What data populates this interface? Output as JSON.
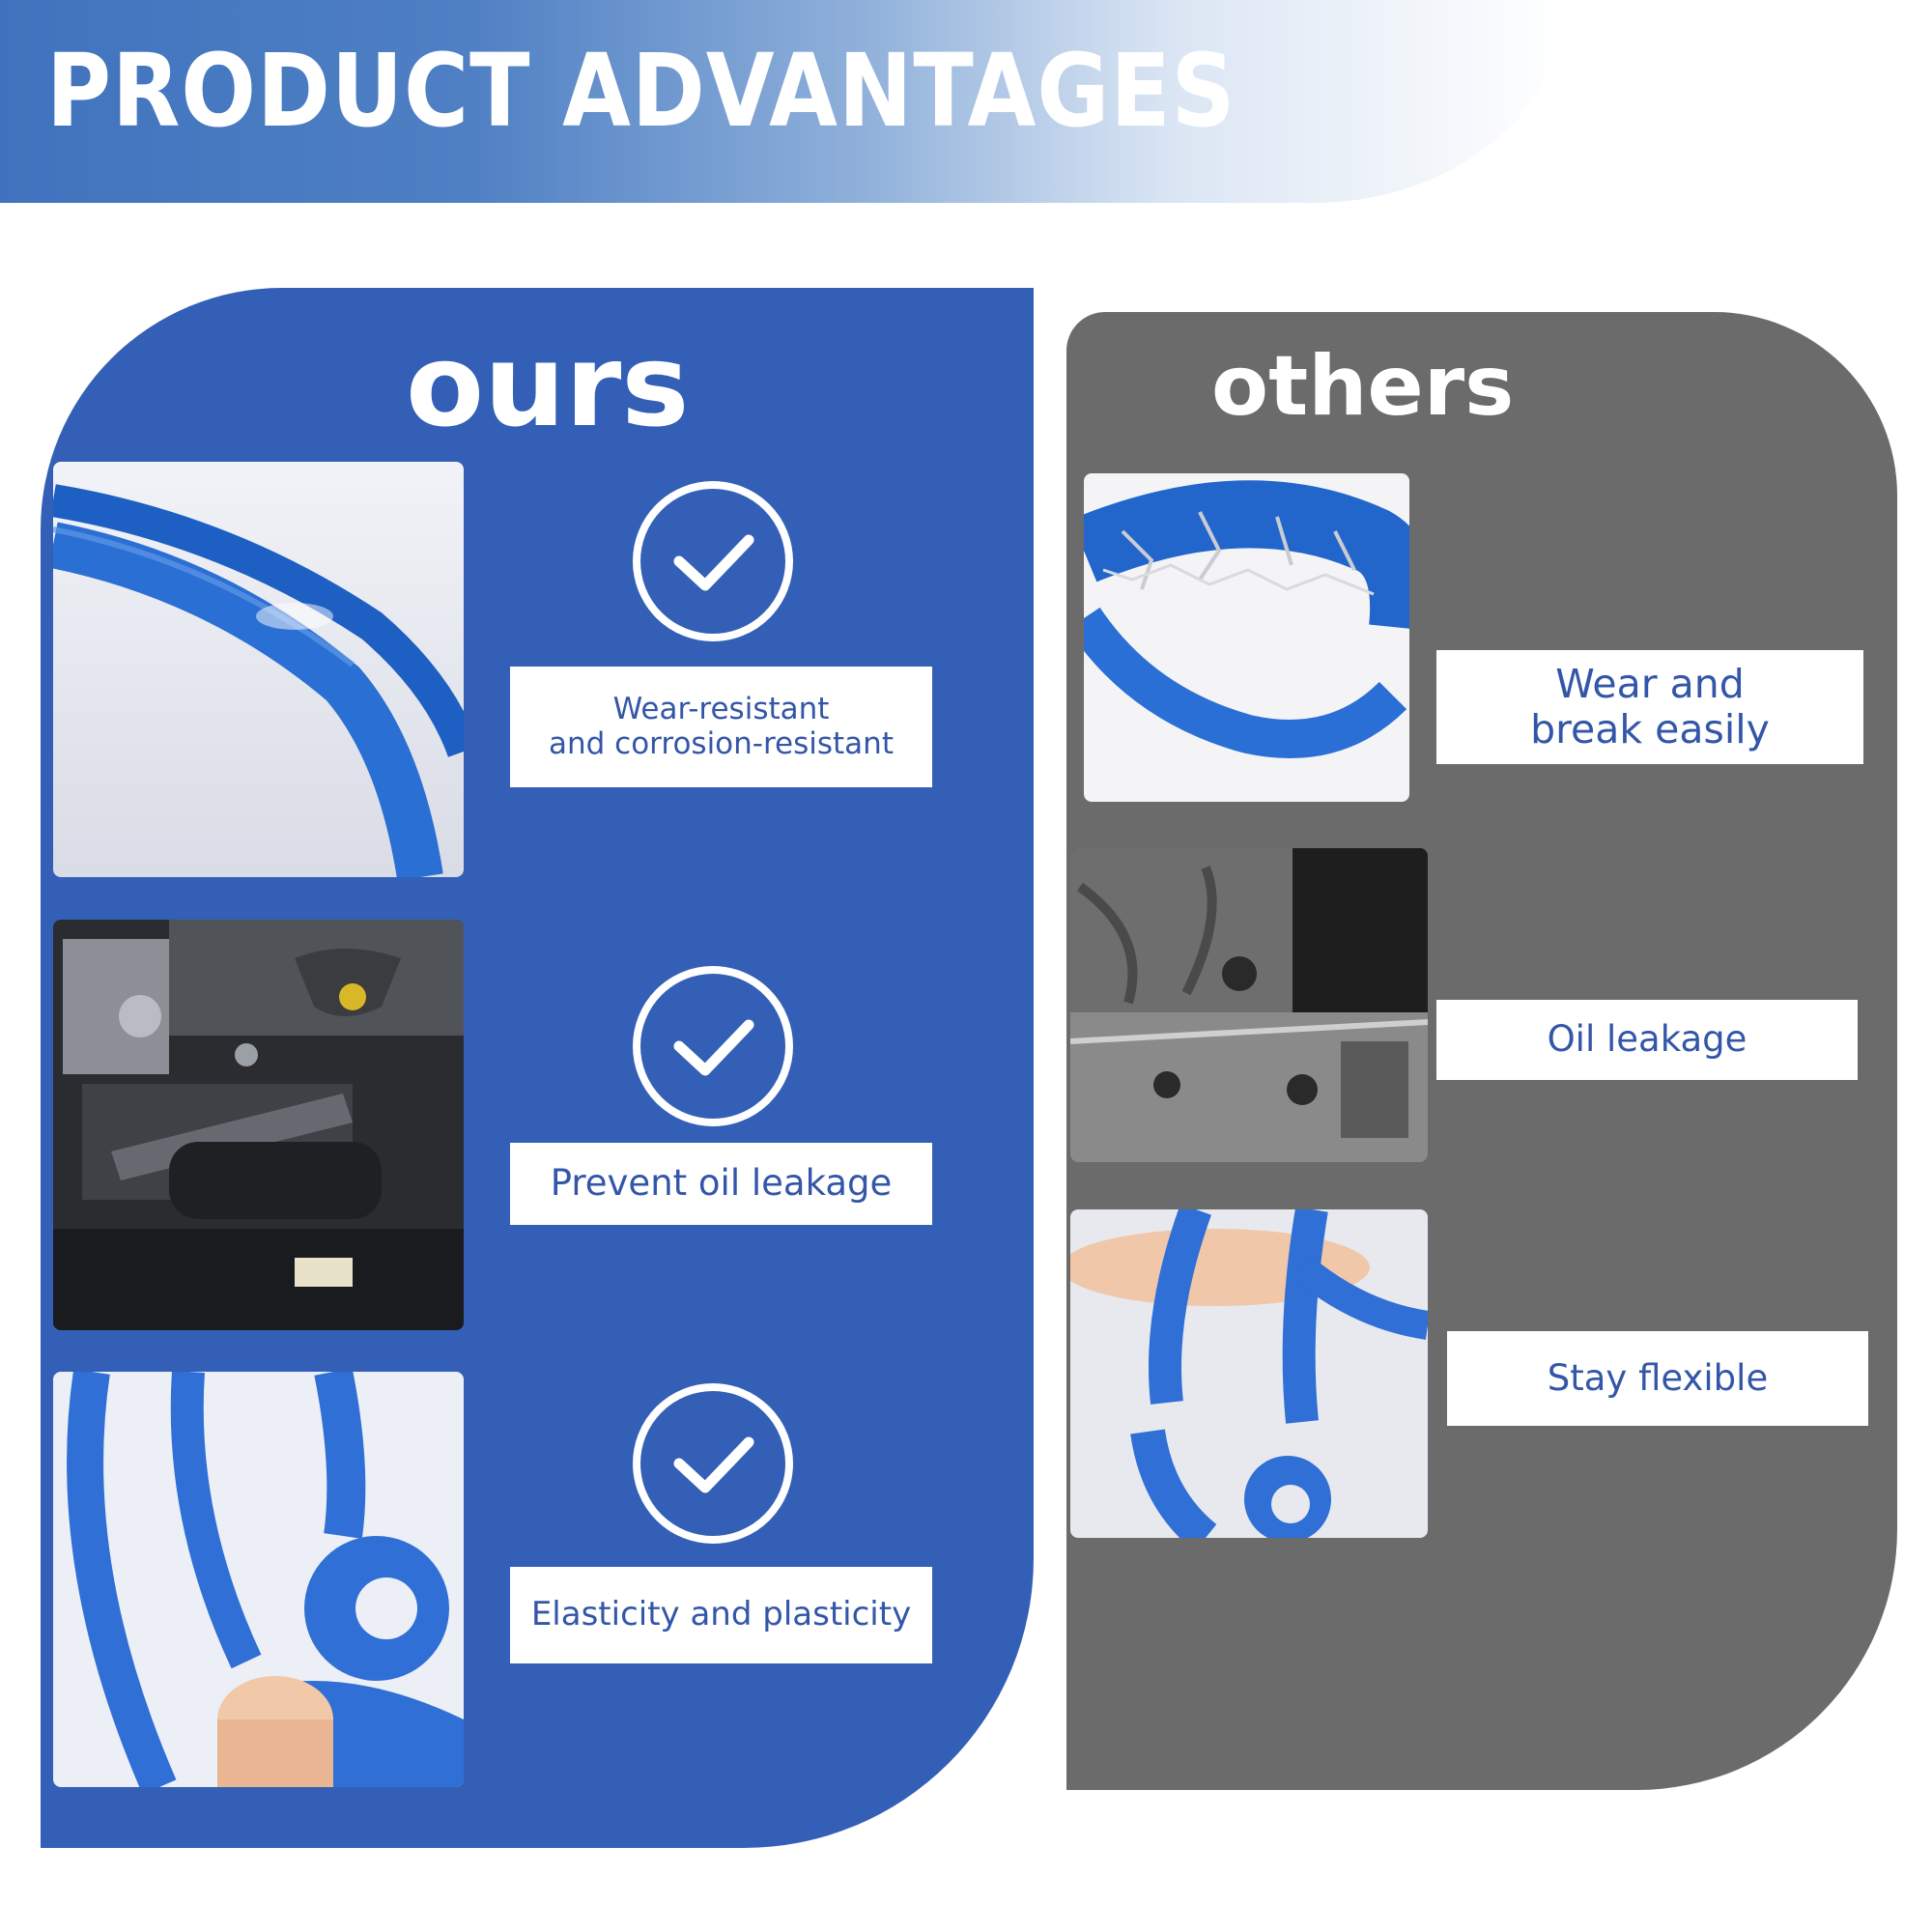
{
  "header": {
    "title": "PRODUCT ADVANTAGES"
  },
  "ours": {
    "title": "ours",
    "items": [
      {
        "line1": "Wear-resistant",
        "line2": "and corrosion-resistant"
      },
      {
        "line1": "Prevent oil leakage"
      },
      {
        "line1": "Elasticity and plasticity"
      }
    ]
  },
  "others": {
    "title": "others",
    "items": [
      {
        "line1": "Wear and",
        "line2": "break easily"
      },
      {
        "line1": "Oil leakage"
      },
      {
        "line1": "Stay flexible"
      }
    ]
  },
  "colors": {
    "brand_blue": "#3360b6",
    "panel_gray": "#6b6b6b",
    "label_text": "#3356a8",
    "rubber_blue": "#2f6fd6"
  },
  "icons": [
    "check-circle-icon"
  ]
}
